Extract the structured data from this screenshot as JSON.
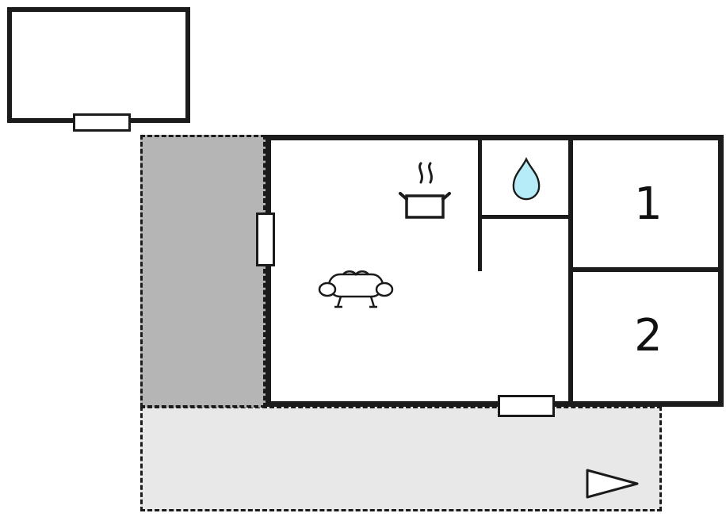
{
  "plan": {
    "type": "floor-plan",
    "rooms": {
      "room1_label": "1",
      "room2_label": "2"
    }
  },
  "colors": {
    "wall": "#1b1b1b",
    "patio_fill": "#b5b5b5",
    "terrace_fill": "#e8e8e8",
    "drop_fill": "#b6ecf7",
    "room_fill": "#ffffff"
  },
  "icons": {
    "water_drop": "teardrop shape, cyan fill, bathroom marker",
    "stove": "cooking pot with steam squiggles, kitchen marker",
    "sofa": "couch seen from front, living room marker",
    "window": "white rectangle interrupting wall",
    "door": "white rectangle opening in south wall",
    "arrow": "hollow triangle pointing right on terrace"
  }
}
